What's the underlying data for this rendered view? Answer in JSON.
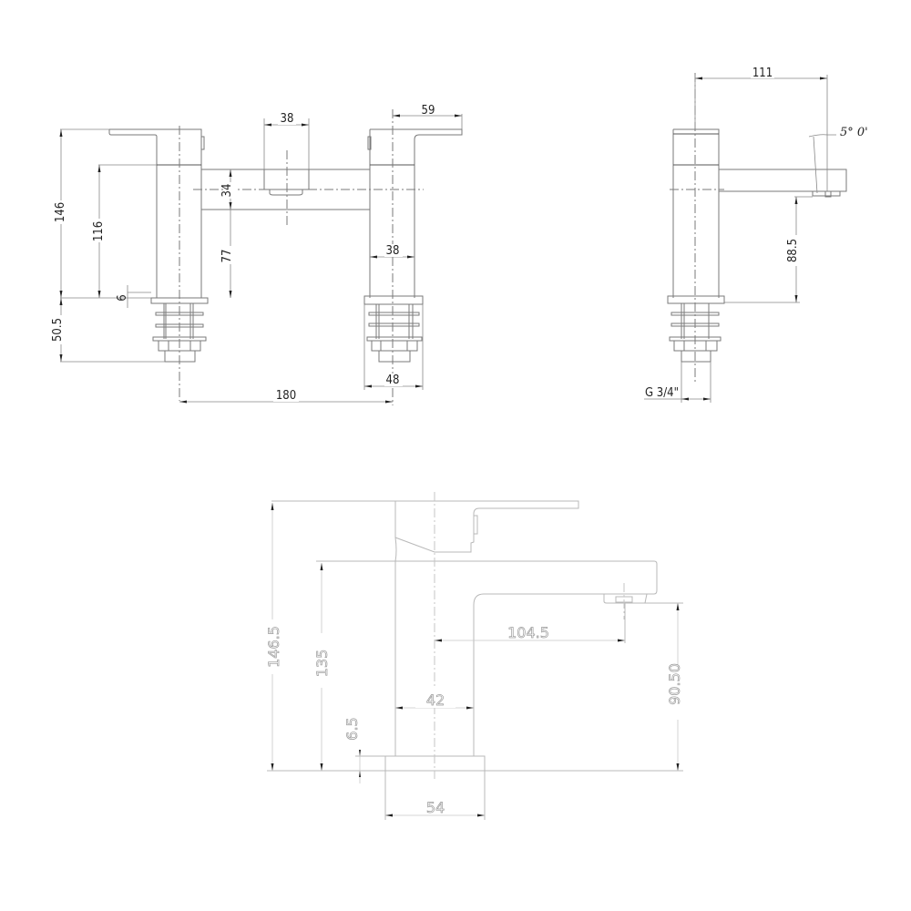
{
  "drawing": {
    "front_view": {
      "dimensions": {
        "total_height": "146",
        "spout_height": "116",
        "base_thickness": "6",
        "below_deck": "50.5",
        "bridge_height": "34",
        "bridge_to_base": "77",
        "outlet_width": "38",
        "lever_length": "59",
        "body_width": "38",
        "base_width": "48",
        "centres": "180"
      }
    },
    "side_view": {
      "dimensions": {
        "spout_reach": "111",
        "angle": "5° 0'",
        "outlet_height": "88.5",
        "thread": "G 3/4\""
      }
    },
    "basin_view": {
      "dimensions": {
        "total_height": "146.5",
        "spout_top_height": "135",
        "spout_reach": "104.5",
        "outlet_height": "90.50",
        "body_width": "42",
        "base_height": "6.5",
        "base_width": "54"
      }
    }
  }
}
